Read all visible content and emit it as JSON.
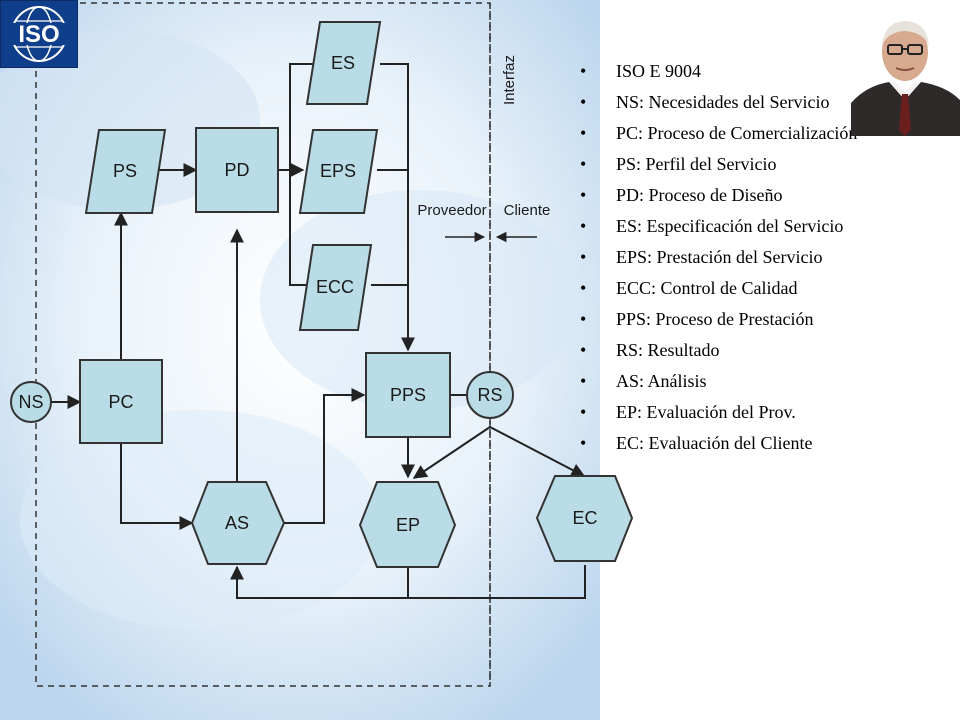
{
  "slide": {
    "logo_text": "ISO",
    "diagram": {
      "interface_label": "Interfaz",
      "provider_label": "Proveedor",
      "client_label": "Cliente",
      "nodes": {
        "ns": "NS",
        "pc": "PC",
        "ps": "PS",
        "pd": "PD",
        "es": "ES",
        "eps": "EPS",
        "ecc": "ECC",
        "pps": "PPS",
        "rs": "RS",
        "as": "AS",
        "ep": "EP",
        "ec": "EC"
      }
    },
    "legend": [
      "ISO E 9004",
      "NS: Necesidades  del Servicio",
      "PC: Proceso de Comercialización",
      "PS: Perfil del Servicio",
      "PD: Proceso de Diseño",
      "ES: Especificación del Servicio",
      "EPS: Prestación del Servicio",
      "ECC: Control de Calidad",
      "PPS: Proceso de Prestación",
      "RS: Resultado",
      "AS: Análisis",
      "EP: Evaluación del Prov.",
      "EC: Evaluación del Cliente"
    ],
    "colors": {
      "node_fill": "#b9dce6",
      "node_stroke": "#333333",
      "logo_blue": "#0f3f8a",
      "sky": "#9fc5e8"
    }
  }
}
